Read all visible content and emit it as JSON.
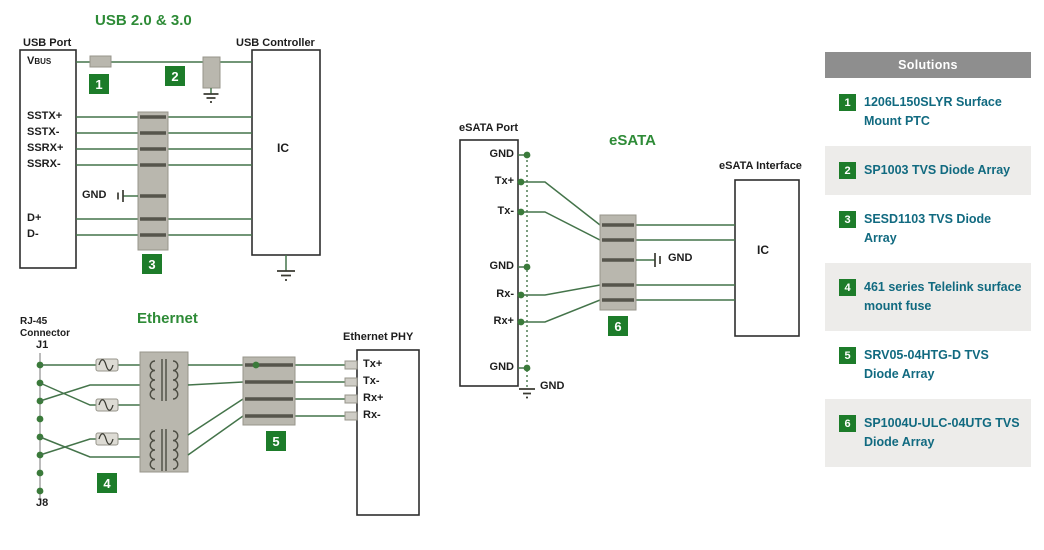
{
  "diagram": {
    "usb": {
      "title": "USB 2.0 & 3.0",
      "port_label": "USB Port",
      "controller_label": "USB Controller",
      "vbus": {
        "main": "V",
        "sub": "BUS"
      },
      "pins": [
        "SSTX+",
        "SSTX-",
        "SSRX+",
        "SSRX-",
        "D+",
        "D-"
      ],
      "gnd_label": "GND",
      "ic_label": "IC"
    },
    "ethernet": {
      "title": "Ethernet",
      "connector_label": "RJ-45\nConnector",
      "j1": "J1",
      "j8": "J8",
      "phy_label": "Ethernet PHY",
      "phy_pins": [
        "Tx+",
        "Tx-",
        "Rx+",
        "Rx-"
      ]
    },
    "esata": {
      "title": "eSATA",
      "port_label": "eSATA Port",
      "interface_label": "eSATA Interface",
      "pins": [
        "GND",
        "Tx+",
        "Tx-",
        "GND",
        "Rx-",
        "Rx+",
        "GND"
      ],
      "gnd_mid": "GND",
      "gnd_bottom": "GND",
      "ic_label": "IC"
    },
    "markers": [
      "1",
      "2",
      "3",
      "4",
      "5",
      "6"
    ]
  },
  "solutions": {
    "header": "Solutions",
    "items": [
      {
        "number": "1",
        "name": "1206L150SLYR Surface Mount PTC"
      },
      {
        "number": "2",
        "name": "SP1003 TVS Diode Array"
      },
      {
        "number": "3",
        "name": "SESD1103 TVS Diode Array"
      },
      {
        "number": "4",
        "name": "461 series Telelink surface mount fuse"
      },
      {
        "number": "5",
        "name": "SRV05-04HTG-D TVS Diode Array"
      },
      {
        "number": "6",
        "name": "SP1004U-ULC-04UTG TVS Diode Array"
      }
    ]
  },
  "colors": {
    "title_green": "#2e8b37",
    "badge_green": "#1d7c2a",
    "wire_green": "#44744a",
    "component_gray": "#b9b7ae",
    "solutions_header_bg": "#8e8e8e",
    "solutions_text_teal": "#116a80"
  }
}
